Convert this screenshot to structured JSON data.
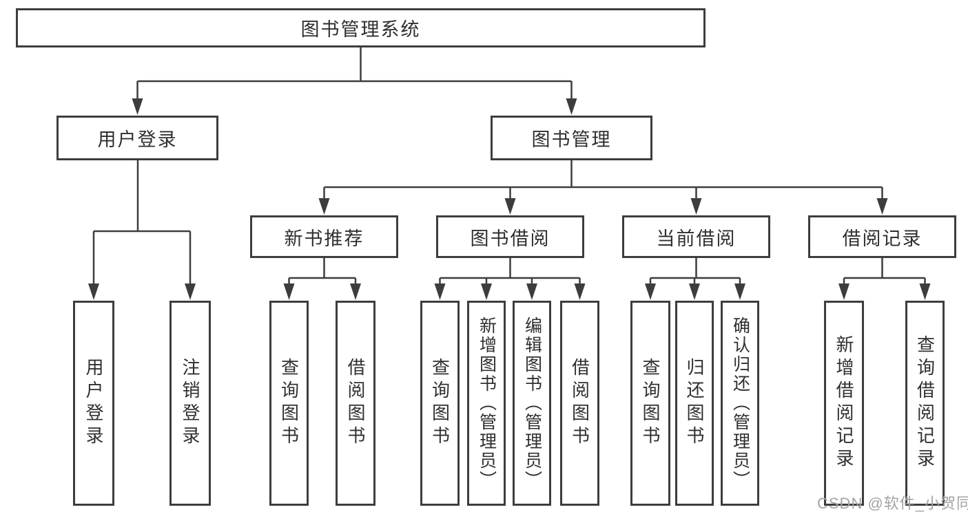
{
  "tree": {
    "root": {
      "label": "图书管理系统",
      "children": [
        {
          "label": "用户登录",
          "children": [
            {
              "label": "用户登录"
            },
            {
              "label": "注销登录"
            }
          ]
        },
        {
          "label": "图书管理",
          "children": [
            {
              "label": "新书推荐",
              "children": [
                {
                  "label": "查询图书"
                },
                {
                  "label": "借阅图书"
                }
              ]
            },
            {
              "label": "图书借阅",
              "children": [
                {
                  "label": "查询图书"
                },
                {
                  "label": "新增图书（管理员）"
                },
                {
                  "label": "编辑图书（管理员）"
                },
                {
                  "label": "借阅图书"
                }
              ]
            },
            {
              "label": "当前借阅",
              "children": [
                {
                  "label": "查询图书"
                },
                {
                  "label": "归还图书"
                },
                {
                  "label": "确认归还（管理员）"
                }
              ]
            },
            {
              "label": "借阅记录",
              "children": [
                {
                  "label": "新增借阅记录"
                },
                {
                  "label": "查询借阅记录"
                }
              ]
            }
          ]
        }
      ]
    }
  },
  "colors": {
    "line": "#3d3d3d",
    "text": "#2f2f2f",
    "watermark": "#a3a3a3"
  },
  "watermark": {
    "text": "CSDN @软件_小贺同学"
  }
}
